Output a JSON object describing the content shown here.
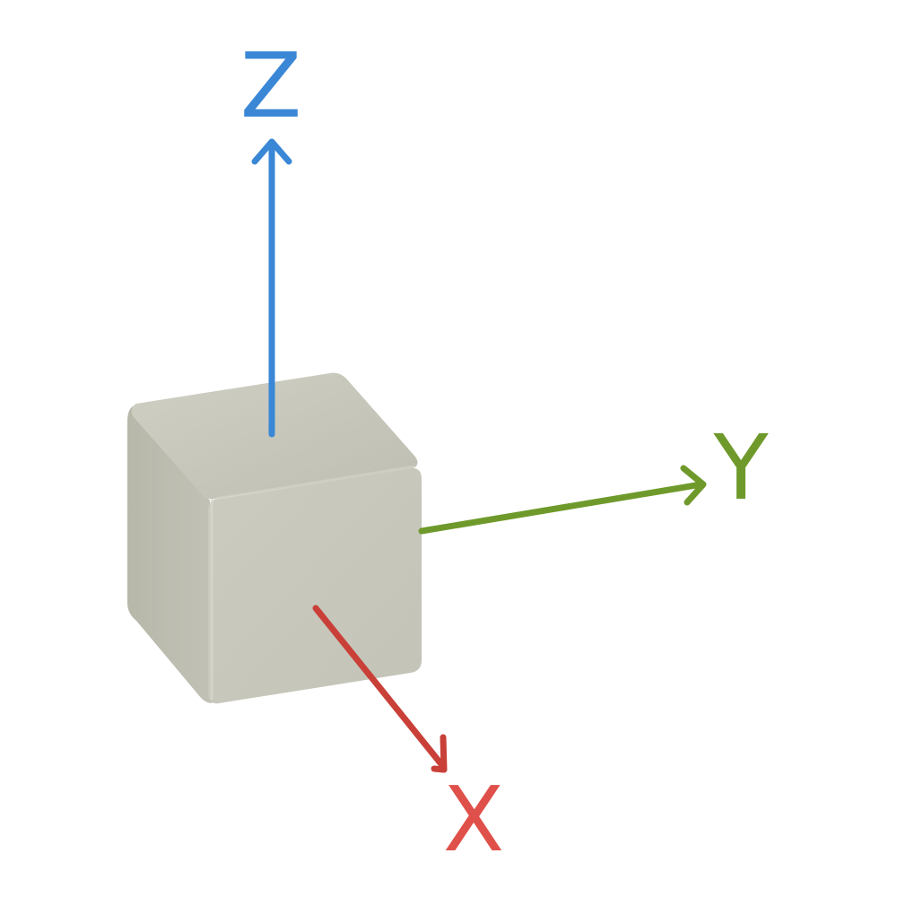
{
  "axes": {
    "z": {
      "label": "Z",
      "color": "#3a87d6"
    },
    "y": {
      "label": "Y",
      "color": "#6f9a2b"
    },
    "x": {
      "label": "X",
      "color": "#e0504a"
    }
  },
  "cube": {
    "color": "#c9c9bd"
  }
}
